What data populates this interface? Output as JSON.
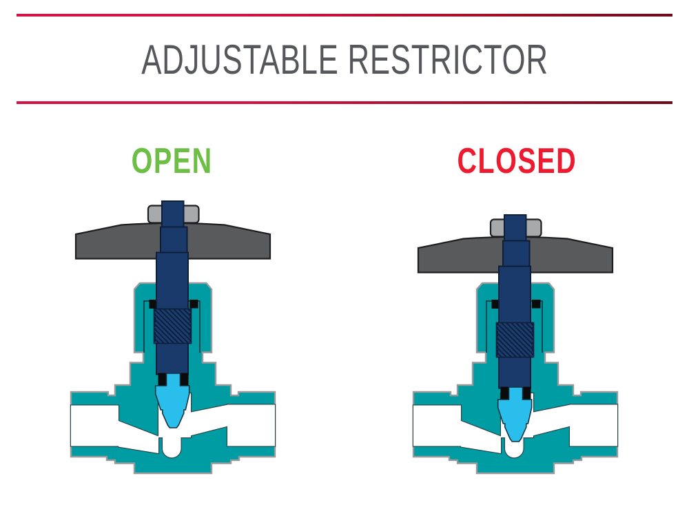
{
  "header": {
    "title": "ADJUSTABLE RESTRICTOR",
    "accent_line_color_left": "#D31245",
    "accent_line_color_right": "#6E0A1B"
  },
  "diagram": {
    "open_label": "OPEN",
    "closed_label": "CLOSED",
    "colors": {
      "title_gray": "#55575B",
      "open_green": "#6CBE45",
      "closed_red": "#ED1B2F",
      "body_teal": "#009CA3",
      "body_outline": "#97999B",
      "stem_navy": "#1A3A6B",
      "stem_outline": "#0D1E38",
      "hatch_base": "#1C3E6F",
      "hatch_line": "#0B1F3C",
      "handle_gray": "#595A5C",
      "nut_gray": "#A7A9AB",
      "dark_outline": "#1E1E20",
      "seal_black": "#0B0B0B",
      "needle_cyan": "#29BEEB",
      "needle_outline": "#16323E",
      "cut_line": "#29454B",
      "cavity_line": "#132B33"
    }
  }
}
